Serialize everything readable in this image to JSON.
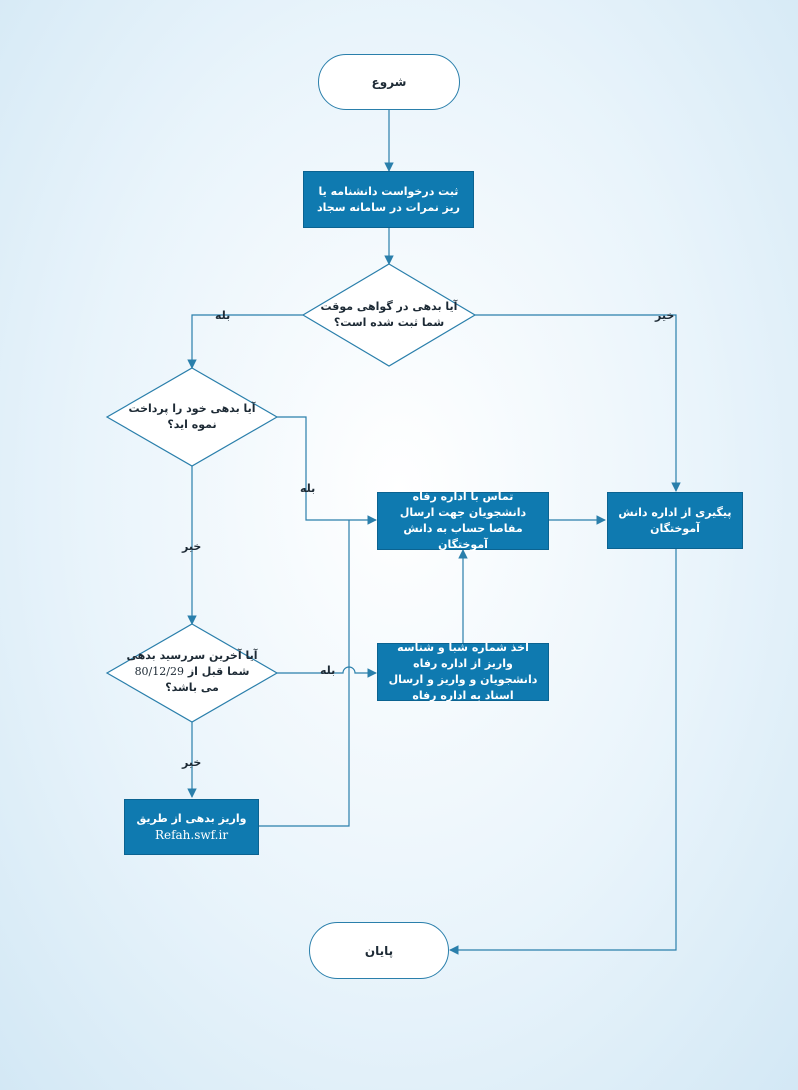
{
  "nodes": {
    "start": "شروع",
    "register_request": "ثبت درخواست دانشنامه یا ریز نمرات در سامانه سجاد",
    "decision_debt_registered": "آیا بدهی در گواهی موقت شما ثبت شده است؟",
    "decision_debt_paid": "آیا بدهی خود را پرداخت نموه اید؟",
    "decision_due_date_line1": "آیا آخرین سررسید بدهی",
    "decision_due_date_line2_prefix": "شما قبل از",
    "decision_due_date_line2_date": "80/12/29",
    "decision_due_date_line3": "می باشد؟",
    "contact_welfare": "تماس با اداره رفاه دانشجویان جهت ارسال مفاصا حساب به دانش آموختگان",
    "get_sheba": "اخذ شماره شبا و شناسه واریز از اداره رفاه دانشجویان و واریز و ارسال اسناد به اداره رفاه",
    "follow_up": "پیگیری از اداره دانش آموختگان",
    "pay_online_line1": "واریز بدهی از طریق",
    "pay_online_line2": "Refah.swf.ir",
    "end": "پایان"
  },
  "edge_labels": {
    "yes_1": "بله",
    "no_1": "خیر",
    "yes_2": "بله",
    "no_2": "خیر",
    "yes_3": "بله",
    "no_3": "خیر"
  },
  "colors": {
    "process_fill": "#0f7ab0",
    "line": "#2a7fab",
    "terminal_fill": "#ffffff"
  }
}
